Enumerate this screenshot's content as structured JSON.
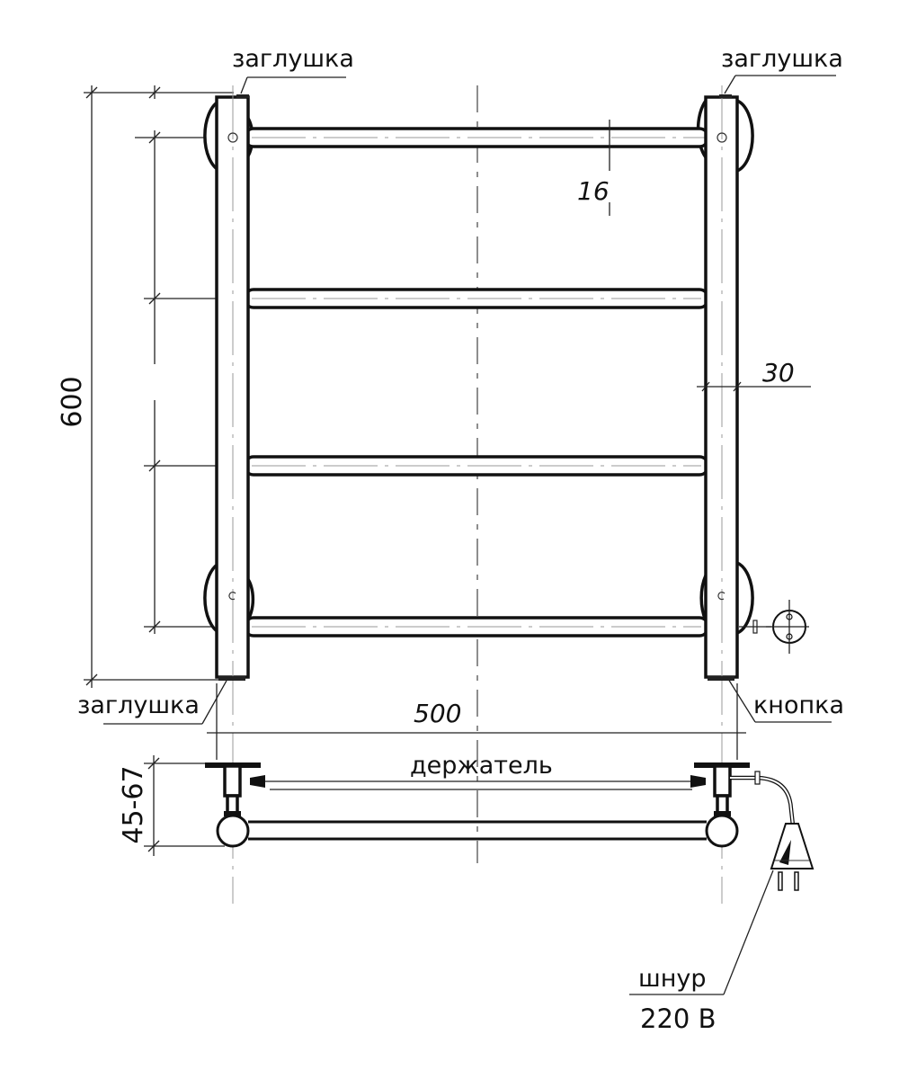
{
  "diagram": {
    "type": "technical-drawing",
    "subject": "towel rail (heated) front and top views",
    "labels": {
      "cap_top_left": "заглушка",
      "cap_top_right": "заглушка",
      "cap_bottom_left": "заглушка",
      "button": "кнопка",
      "holder": "держатель",
      "cord": "шнур",
      "voltage": "220 В"
    },
    "dimensions": {
      "height": "600",
      "width": "500",
      "pipe_diameter_bar": "16",
      "pipe_diameter_post": "30",
      "wall_offset": "45-67"
    },
    "crossbars": 4
  }
}
